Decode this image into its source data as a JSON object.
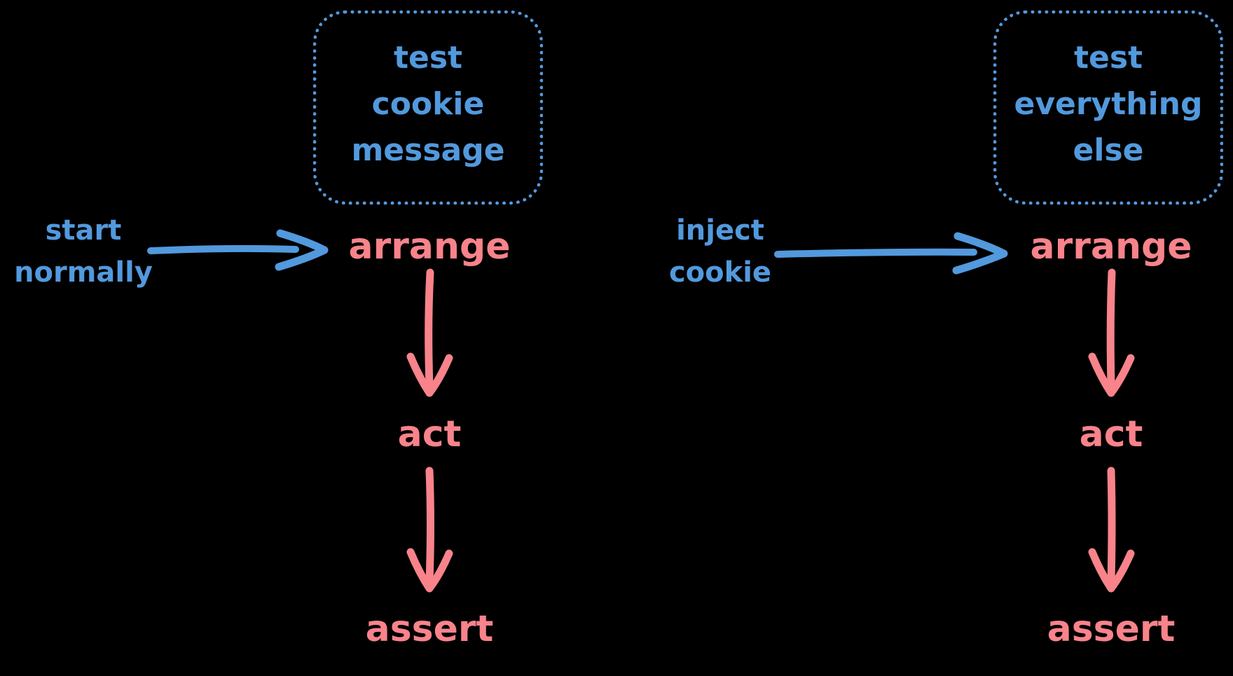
{
  "colors": {
    "background": "#000000",
    "blue": "#5299dd",
    "red": "#f8838b"
  },
  "icons": {
    "flow_arrow_right": "arrow-right-icon",
    "flow_arrow_down": "arrow-down-icon"
  },
  "diagrams": [
    {
      "id": "test-cookie-message-flow",
      "note_lines": [
        "test",
        "cookie",
        "message"
      ],
      "entry_lines": [
        "start",
        "normally"
      ],
      "steps": [
        "arrange",
        "act",
        "assert"
      ]
    },
    {
      "id": "test-everything-else-flow",
      "note_lines": [
        "test",
        "everything",
        "else"
      ],
      "entry_lines": [
        "inject",
        "cookie"
      ],
      "steps": [
        "arrange",
        "act",
        "assert"
      ]
    }
  ]
}
